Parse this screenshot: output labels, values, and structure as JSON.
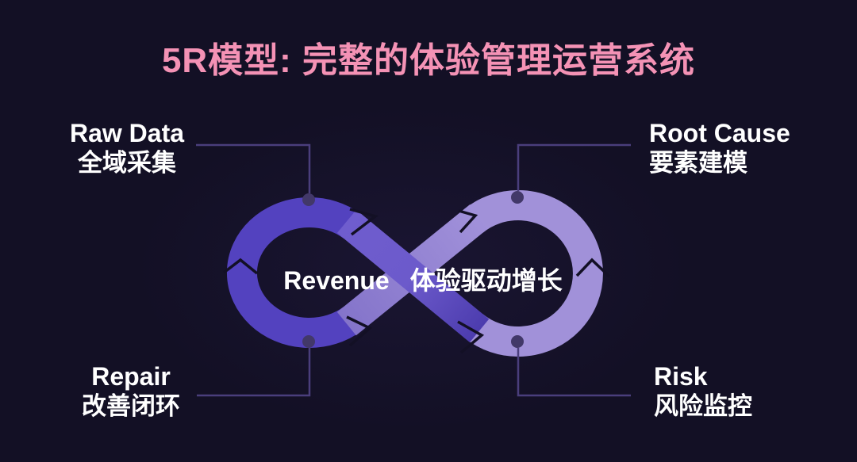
{
  "slide": {
    "title": "5R模型: 完整的体验管理运营系统",
    "center": {
      "en": "Revenue",
      "zh": "体验驱动增长"
    }
  },
  "nodes": {
    "raw_data": {
      "en": "Raw Data",
      "zh": "全域采集"
    },
    "root_cause": {
      "en": "Root Cause",
      "zh": "要素建模"
    },
    "repair": {
      "en": "Repair",
      "zh": "改善闭环"
    },
    "risk": {
      "en": "Risk",
      "zh": "风险监控"
    }
  },
  "colors": {
    "background": "#131025",
    "title_pink": "#f492b5",
    "label_white": "#ffffff",
    "ring_left_purple": "#5342bf",
    "ring_right_purple": "#a191d9",
    "band_dark_gradient_start": "#6f5dce",
    "band_dark_gradient_mid": "#6c5acb",
    "band_dark_gradient_end": "#4c3cae",
    "band_light_gradient_start": "#8474ca",
    "band_light_gradient_end": "#a191da",
    "connector_line": "#4a3e7c",
    "node_dot": "#423869"
  }
}
